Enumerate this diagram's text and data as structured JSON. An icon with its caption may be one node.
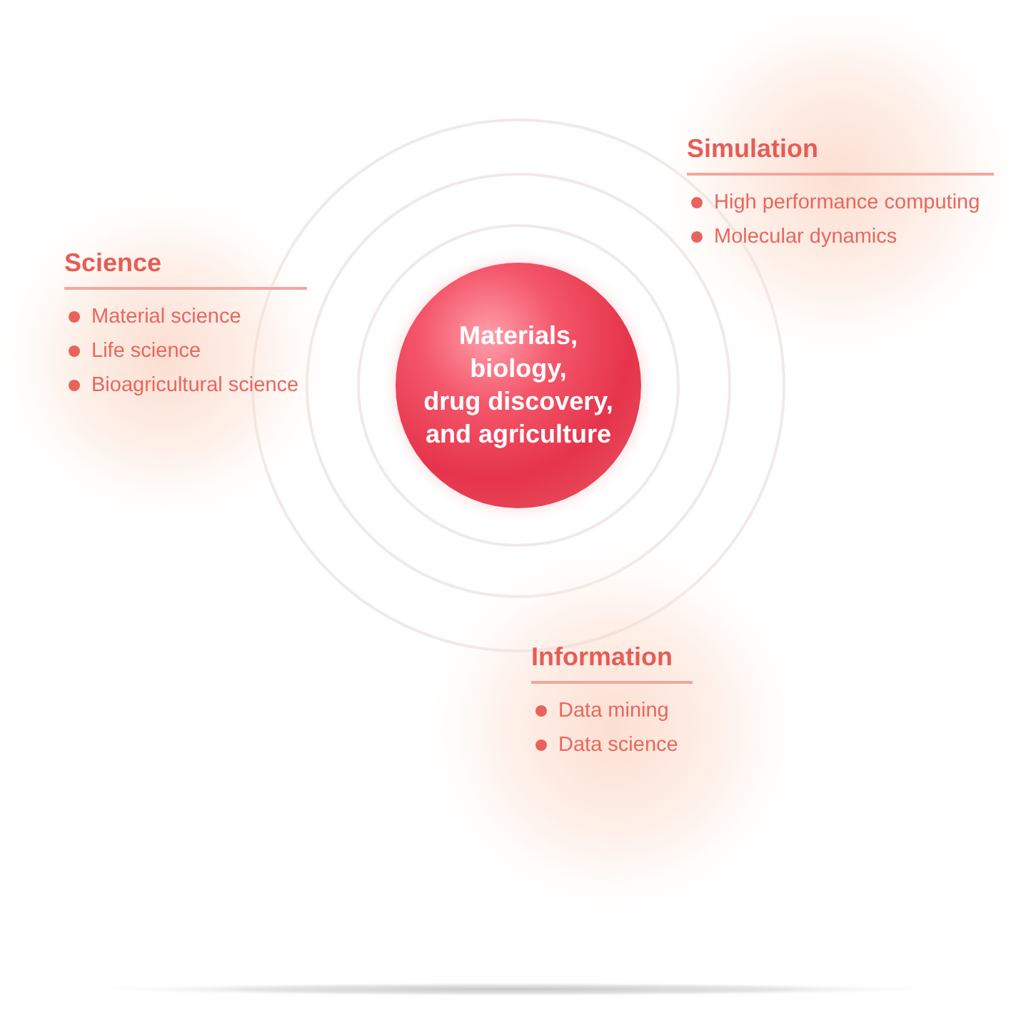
{
  "diagram": {
    "nodes": [
      {
        "text": [
          "Simulation",
          "High performance computing",
          "Molecular dynamics"
        ]
      },
      {
        "text": [
          "Science",
          "Material science",
          "Life science",
          "Bioagricultural science"
        ]
      },
      {
        "text": [
          "Materials, biology, drug discovery, and agriculture"
        ]
      },
      {
        "text": [
          "Information",
          "Data mining",
          "Data science"
        ]
      }
    ]
  }
}
